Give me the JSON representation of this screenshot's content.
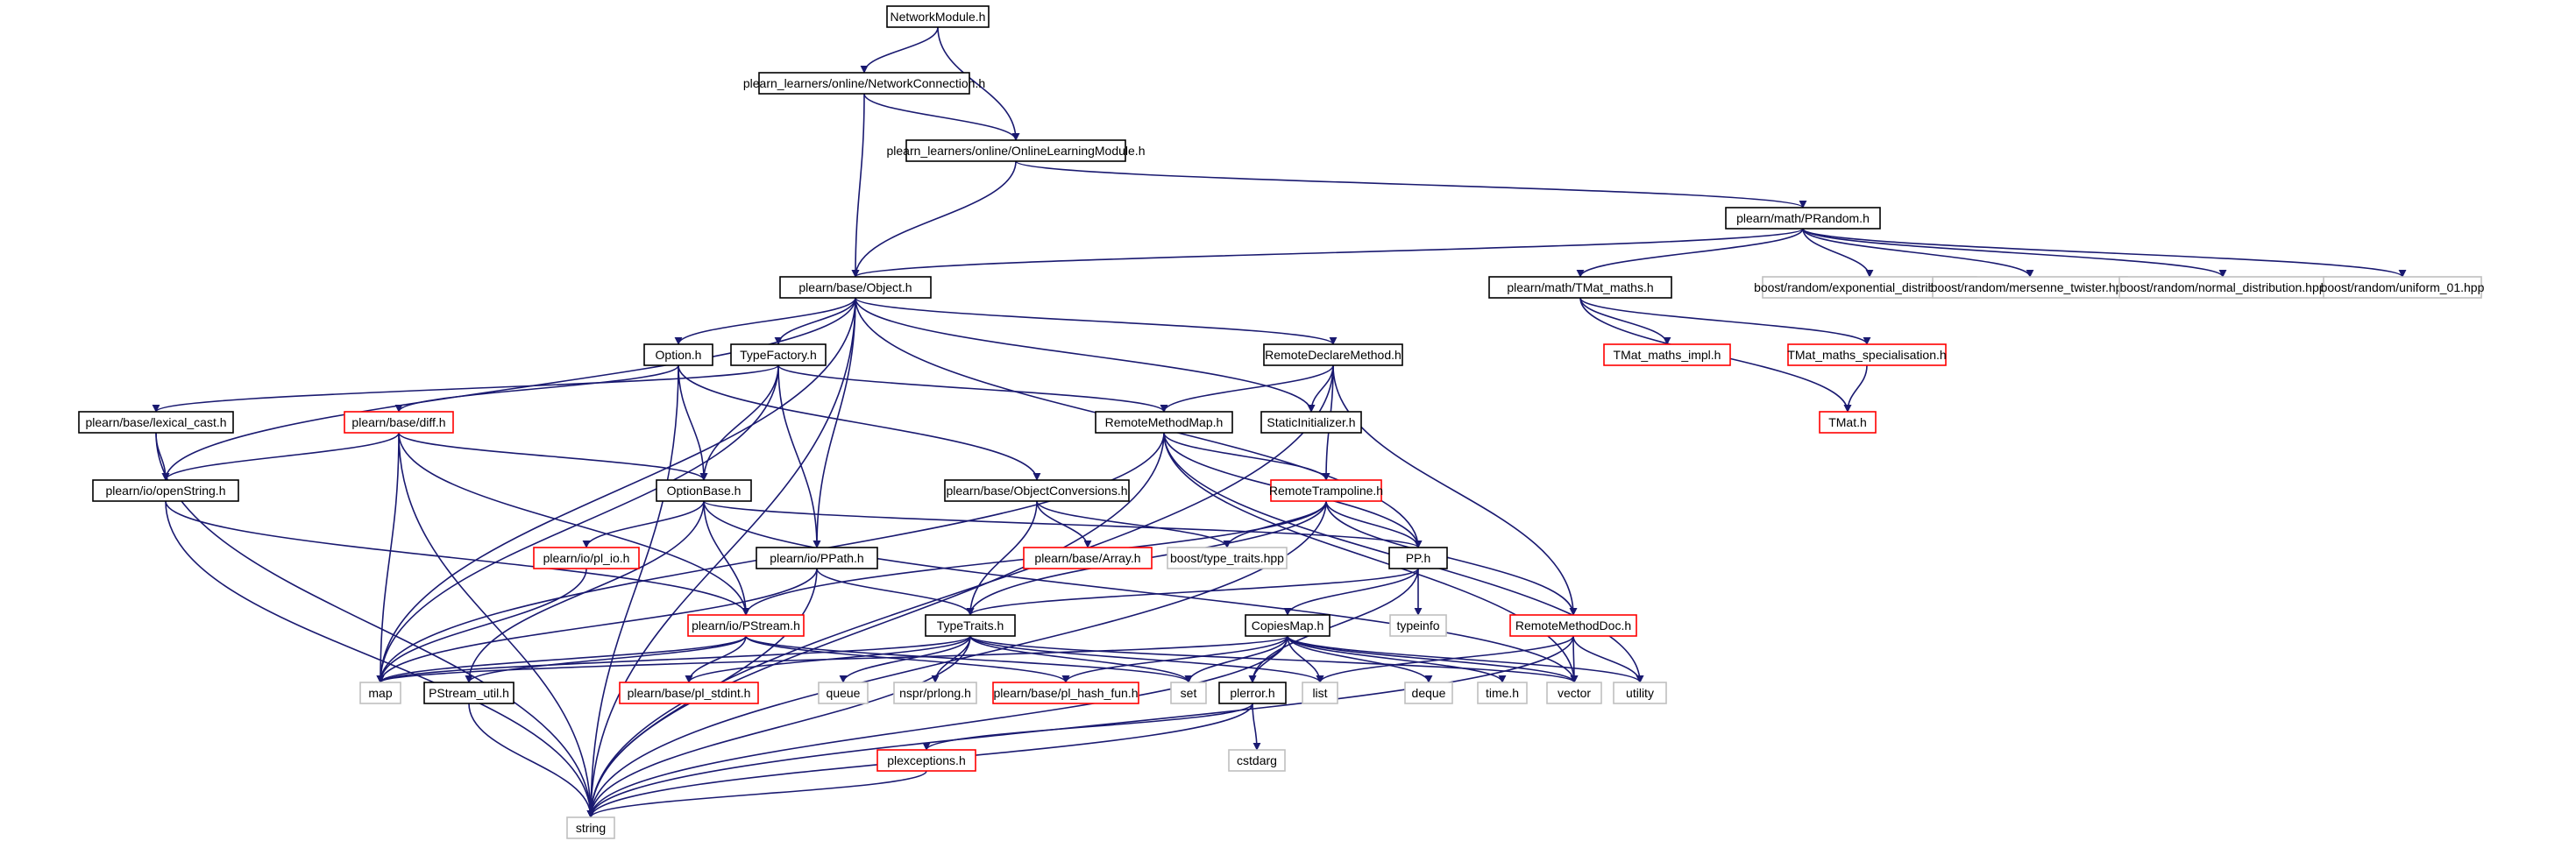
{
  "colors": {
    "edge": "#191970",
    "border_normal": "#000000",
    "border_truncated": "#ff0000",
    "border_external": "#bfbfbf",
    "root_fill": "#bfbfbf"
  },
  "nodes": [
    {
      "id": "root",
      "label": "NetworkModule.h",
      "kind": "root"
    },
    {
      "id": "netconn",
      "label": "plearn_learners/online/NetworkConnection.h",
      "kind": "normal"
    },
    {
      "id": "olm",
      "label": "plearn_learners/online/OnlineLearningModule.h",
      "kind": "normal"
    },
    {
      "id": "prandom",
      "label": "plearn/math/PRandom.h",
      "kind": "normal"
    },
    {
      "id": "object",
      "label": "plearn/base/Object.h",
      "kind": "normal"
    },
    {
      "id": "tmatmaths",
      "label": "plearn/math/TMat_maths.h",
      "kind": "normal"
    },
    {
      "id": "bexp",
      "label": "boost/random/exponential_distribution.hpp",
      "kind": "external"
    },
    {
      "id": "bmt",
      "label": "boost/random/mersenne_twister.hpp",
      "kind": "external"
    },
    {
      "id": "bnorm",
      "label": "boost/random/normal_distribution.hpp",
      "kind": "external"
    },
    {
      "id": "bunif",
      "label": "boost/random/uniform_01.hpp",
      "kind": "external"
    },
    {
      "id": "tmatimpl",
      "label": "TMat_maths_impl.h",
      "kind": "truncated"
    },
    {
      "id": "tmatspec",
      "label": "TMat_maths_specialisation.h",
      "kind": "truncated"
    },
    {
      "id": "tmat",
      "label": "TMat.h",
      "kind": "truncated"
    },
    {
      "id": "option",
      "label": "Option.h",
      "kind": "normal"
    },
    {
      "id": "typefactory",
      "label": "TypeFactory.h",
      "kind": "normal"
    },
    {
      "id": "rdm",
      "label": "RemoteDeclareMethod.h",
      "kind": "normal"
    },
    {
      "id": "staticinit",
      "label": "StaticInitializer.h",
      "kind": "normal"
    },
    {
      "id": "lexcast",
      "label": "plearn/base/lexical_cast.h",
      "kind": "normal"
    },
    {
      "id": "diff",
      "label": "plearn/base/diff.h",
      "kind": "truncated"
    },
    {
      "id": "rmm",
      "label": "RemoteMethodMap.h",
      "kind": "normal"
    },
    {
      "id": "openstring",
      "label": "plearn/io/openString.h",
      "kind": "normal"
    },
    {
      "id": "optionbase",
      "label": "OptionBase.h",
      "kind": "normal"
    },
    {
      "id": "objconv",
      "label": "plearn/base/ObjectConversions.h",
      "kind": "normal"
    },
    {
      "id": "rtramp",
      "label": "RemoteTrampoline.h",
      "kind": "truncated"
    },
    {
      "id": "plio",
      "label": "plearn/io/pl_io.h",
      "kind": "truncated"
    },
    {
      "id": "ppath",
      "label": "plearn/io/PPath.h",
      "kind": "normal"
    },
    {
      "id": "array",
      "label": "plearn/base/Array.h",
      "kind": "truncated"
    },
    {
      "id": "btt",
      "label": "boost/type_traits.hpp",
      "kind": "external"
    },
    {
      "id": "pp",
      "label": "PP.h",
      "kind": "normal"
    },
    {
      "id": "pstream",
      "label": "plearn/io/PStream.h",
      "kind": "truncated"
    },
    {
      "id": "typetraits",
      "label": "TypeTraits.h",
      "kind": "normal"
    },
    {
      "id": "copiesmap",
      "label": "CopiesMap.h",
      "kind": "normal"
    },
    {
      "id": "typeinfo",
      "label": "typeinfo",
      "kind": "external"
    },
    {
      "id": "rmdoc",
      "label": "RemoteMethodDoc.h",
      "kind": "truncated"
    },
    {
      "id": "map",
      "label": "map",
      "kind": "external"
    },
    {
      "id": "psutil",
      "label": "PStream_util.h",
      "kind": "normal"
    },
    {
      "id": "stdint",
      "label": "plearn/base/pl_stdint.h",
      "kind": "truncated"
    },
    {
      "id": "queue",
      "label": "queue",
      "kind": "external"
    },
    {
      "id": "nsprlong",
      "label": "nspr/prlong.h",
      "kind": "external"
    },
    {
      "id": "hashfun",
      "label": "plearn/base/pl_hash_fun.h",
      "kind": "truncated"
    },
    {
      "id": "set",
      "label": "set",
      "kind": "external"
    },
    {
      "id": "plerror",
      "label": "plerror.h",
      "kind": "normal"
    },
    {
      "id": "list",
      "label": "list",
      "kind": "external"
    },
    {
      "id": "deque",
      "label": "deque",
      "kind": "external"
    },
    {
      "id": "timeh",
      "label": "time.h",
      "kind": "external"
    },
    {
      "id": "vector",
      "label": "vector",
      "kind": "external"
    },
    {
      "id": "utility",
      "label": "utility",
      "kind": "external"
    },
    {
      "id": "cstdarg",
      "label": "cstdarg",
      "kind": "external"
    },
    {
      "id": "plexceptions",
      "label": "plexceptions.h",
      "kind": "truncated"
    },
    {
      "id": "string",
      "label": "string",
      "kind": "external"
    }
  ],
  "edges": [
    [
      "root",
      "netconn"
    ],
    [
      "root",
      "olm"
    ],
    [
      "netconn",
      "olm"
    ],
    [
      "netconn",
      "object"
    ],
    [
      "olm",
      "object"
    ],
    [
      "olm",
      "prandom"
    ],
    [
      "prandom",
      "object"
    ],
    [
      "prandom",
      "tmatmaths"
    ],
    [
      "prandom",
      "bexp"
    ],
    [
      "prandom",
      "bmt"
    ],
    [
      "prandom",
      "bnorm"
    ],
    [
      "prandom",
      "bunif"
    ],
    [
      "tmatmaths",
      "tmatimpl"
    ],
    [
      "tmatmaths",
      "tmatspec"
    ],
    [
      "tmatmaths",
      "tmat"
    ],
    [
      "tmatspec",
      "tmat"
    ],
    [
      "object",
      "option"
    ],
    [
      "object",
      "typefactory"
    ],
    [
      "object",
      "rdm"
    ],
    [
      "object",
      "staticinit"
    ],
    [
      "object",
      "openstring"
    ],
    [
      "object",
      "ppath"
    ],
    [
      "object",
      "pp"
    ],
    [
      "object",
      "map"
    ],
    [
      "object",
      "string"
    ],
    [
      "option",
      "diff"
    ],
    [
      "option",
      "optionbase"
    ],
    [
      "option",
      "objconv"
    ],
    [
      "option",
      "string"
    ],
    [
      "typefactory",
      "lexcast"
    ],
    [
      "typefactory",
      "rmm"
    ],
    [
      "typefactory",
      "optionbase"
    ],
    [
      "typefactory",
      "ppath"
    ],
    [
      "typefactory",
      "map"
    ],
    [
      "rdm",
      "rmm"
    ],
    [
      "rdm",
      "staticinit"
    ],
    [
      "rdm",
      "rtramp"
    ],
    [
      "rdm",
      "rmdoc"
    ],
    [
      "rdm",
      "string"
    ],
    [
      "lexcast",
      "openstring"
    ],
    [
      "lexcast",
      "string"
    ],
    [
      "diff",
      "openstring"
    ],
    [
      "diff",
      "optionbase"
    ],
    [
      "diff",
      "pstream"
    ],
    [
      "diff",
      "map"
    ],
    [
      "diff",
      "string"
    ],
    [
      "openstring",
      "pstream"
    ],
    [
      "openstring",
      "string"
    ],
    [
      "optionbase",
      "pp"
    ],
    [
      "optionbase",
      "plio"
    ],
    [
      "optionbase",
      "pstream"
    ],
    [
      "optionbase",
      "psutil"
    ],
    [
      "optionbase",
      "vector"
    ],
    [
      "rmm",
      "rtramp"
    ],
    [
      "rmm",
      "pp"
    ],
    [
      "rmm",
      "map"
    ],
    [
      "rmm",
      "string"
    ],
    [
      "rmm",
      "vector"
    ],
    [
      "rmm",
      "utility"
    ],
    [
      "objconv",
      "btt"
    ],
    [
      "objconv",
      "array"
    ],
    [
      "objconv",
      "typetraits"
    ],
    [
      "rtramp",
      "btt"
    ],
    [
      "rtramp",
      "pp"
    ],
    [
      "rtramp",
      "pstream"
    ],
    [
      "rtramp",
      "typetraits"
    ],
    [
      "rtramp",
      "rmdoc"
    ],
    [
      "rtramp",
      "string"
    ],
    [
      "plio",
      "map"
    ],
    [
      "ppath",
      "typetraits"
    ],
    [
      "ppath",
      "string"
    ],
    [
      "ppath",
      "map"
    ],
    [
      "pp",
      "typetraits"
    ],
    [
      "pp",
      "copiesmap"
    ],
    [
      "pp",
      "typeinfo"
    ],
    [
      "pp",
      "plerror"
    ],
    [
      "pstream",
      "map"
    ],
    [
      "pstream",
      "psutil"
    ],
    [
      "pstream",
      "stdint"
    ],
    [
      "pstream",
      "hashfun"
    ],
    [
      "pstream",
      "set"
    ],
    [
      "typetraits",
      "map"
    ],
    [
      "typetraits",
      "queue"
    ],
    [
      "typetraits",
      "nsprlong"
    ],
    [
      "typetraits",
      "stdint"
    ],
    [
      "typetraits",
      "set"
    ],
    [
      "typetraits",
      "list"
    ],
    [
      "typetraits",
      "string"
    ],
    [
      "typetraits",
      "vector"
    ],
    [
      "copiesmap",
      "map"
    ],
    [
      "copiesmap",
      "hashfun"
    ],
    [
      "copiesmap",
      "set"
    ],
    [
      "copiesmap",
      "plerror"
    ],
    [
      "copiesmap",
      "list"
    ],
    [
      "copiesmap",
      "deque"
    ],
    [
      "copiesmap",
      "timeh"
    ],
    [
      "copiesmap",
      "vector"
    ],
    [
      "copiesmap",
      "utility"
    ],
    [
      "copiesmap",
      "string"
    ],
    [
      "rmdoc",
      "list"
    ],
    [
      "rmdoc",
      "vector"
    ],
    [
      "rmdoc",
      "utility"
    ],
    [
      "rmdoc",
      "string"
    ],
    [
      "psutil",
      "string"
    ],
    [
      "plerror",
      "cstdarg"
    ],
    [
      "plerror",
      "plexceptions"
    ],
    [
      "plerror",
      "string"
    ],
    [
      "plexceptions",
      "string"
    ]
  ]
}
